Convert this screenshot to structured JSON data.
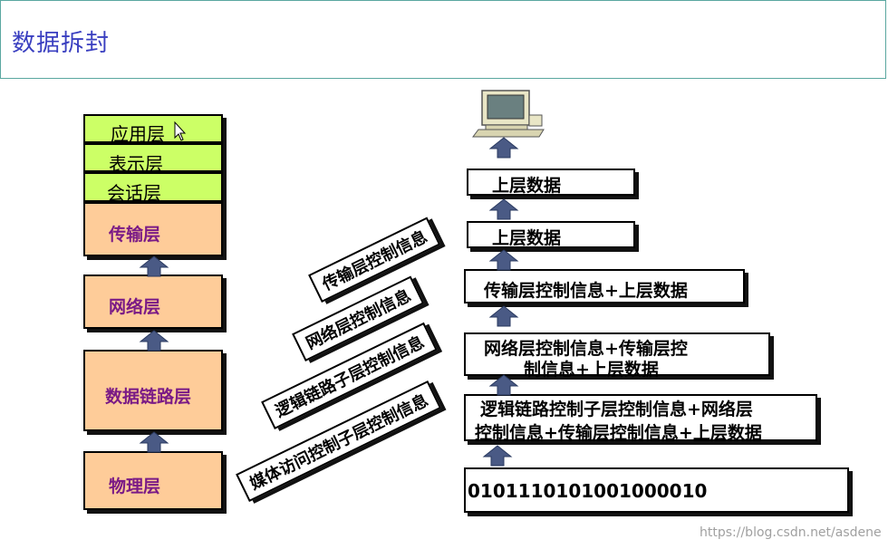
{
  "title": "数据拆封",
  "left_stack": {
    "application": "应用层",
    "presentation": "表示层",
    "session": "会话层",
    "transport": "传输层",
    "network": "网络层",
    "datalink": "数据链路层",
    "physical": "物理层"
  },
  "right_stack": {
    "top": "上层数据",
    "upper_data": "上层数据",
    "transport_row": "传输层控制信息+上层数据",
    "network_row_line1": "网络层控制信息+传输层控",
    "network_row_line2": "制信息+上层数据",
    "llc_row_line1": "逻辑链路控制子层控制信息+网络层",
    "llc_row_line2": "控制信息+传输层控制信息+上层数据",
    "bits": "0101110101001000010"
  },
  "side_labels": {
    "transport": "传输层控制信息",
    "network": "网络层控制信息",
    "llc": "逻辑链路子层控制信息",
    "mac": "媒体访问控制子层控制信息"
  },
  "watermark": "https://blog.csdn.net/asdene",
  "colors": {
    "green": "#ccff66",
    "peach": "#fecc99",
    "purple": "#7a1a86",
    "arrow": "#4a5a85"
  }
}
